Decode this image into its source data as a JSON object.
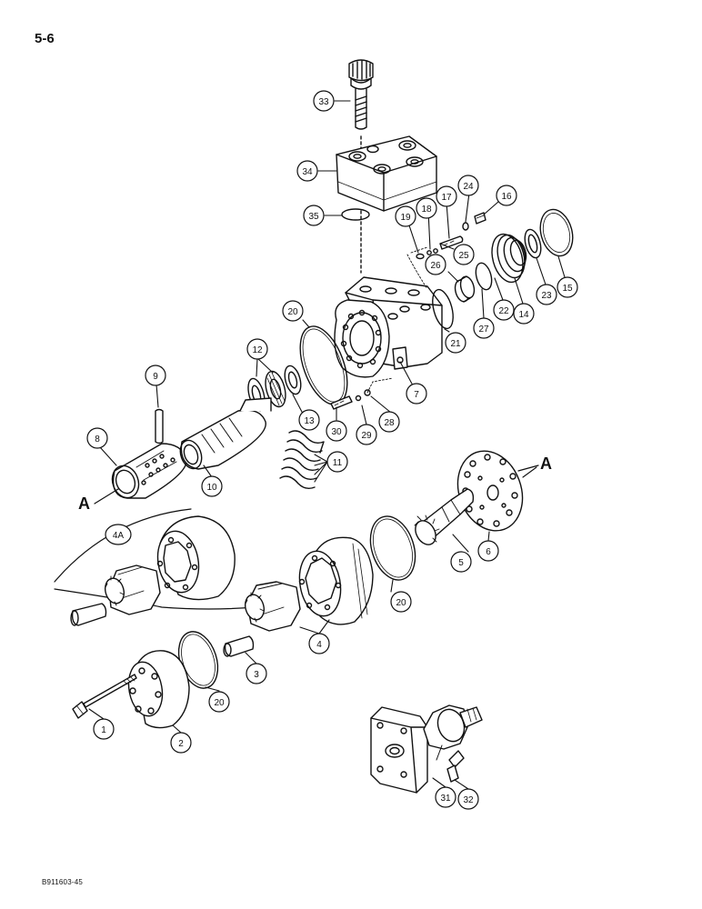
{
  "page_number": "5-6",
  "figure_code": "B911603-45",
  "reference_letter": "A",
  "callouts": {
    "c1": "1",
    "c2": "2",
    "c3": "3",
    "c4": "4",
    "c4a": "4A",
    "c5": "5",
    "c6": "6",
    "c7": "7",
    "c8": "8",
    "c9": "9",
    "c10": "10",
    "c11": "11",
    "c12": "12",
    "c13": "13",
    "c14": "14",
    "c15": "15",
    "c16": "16",
    "c17": "17",
    "c18": "18",
    "c19": "19",
    "c20a": "20",
    "c20b": "20",
    "c20c": "20",
    "c21": "21",
    "c22": "22",
    "c23": "23",
    "c24": "24",
    "c25": "25",
    "c26": "26",
    "c27": "27",
    "c28": "28",
    "c29": "29",
    "c30": "30",
    "c31": "31",
    "c32": "32",
    "c33": "33",
    "c34": "34",
    "c35": "35"
  }
}
